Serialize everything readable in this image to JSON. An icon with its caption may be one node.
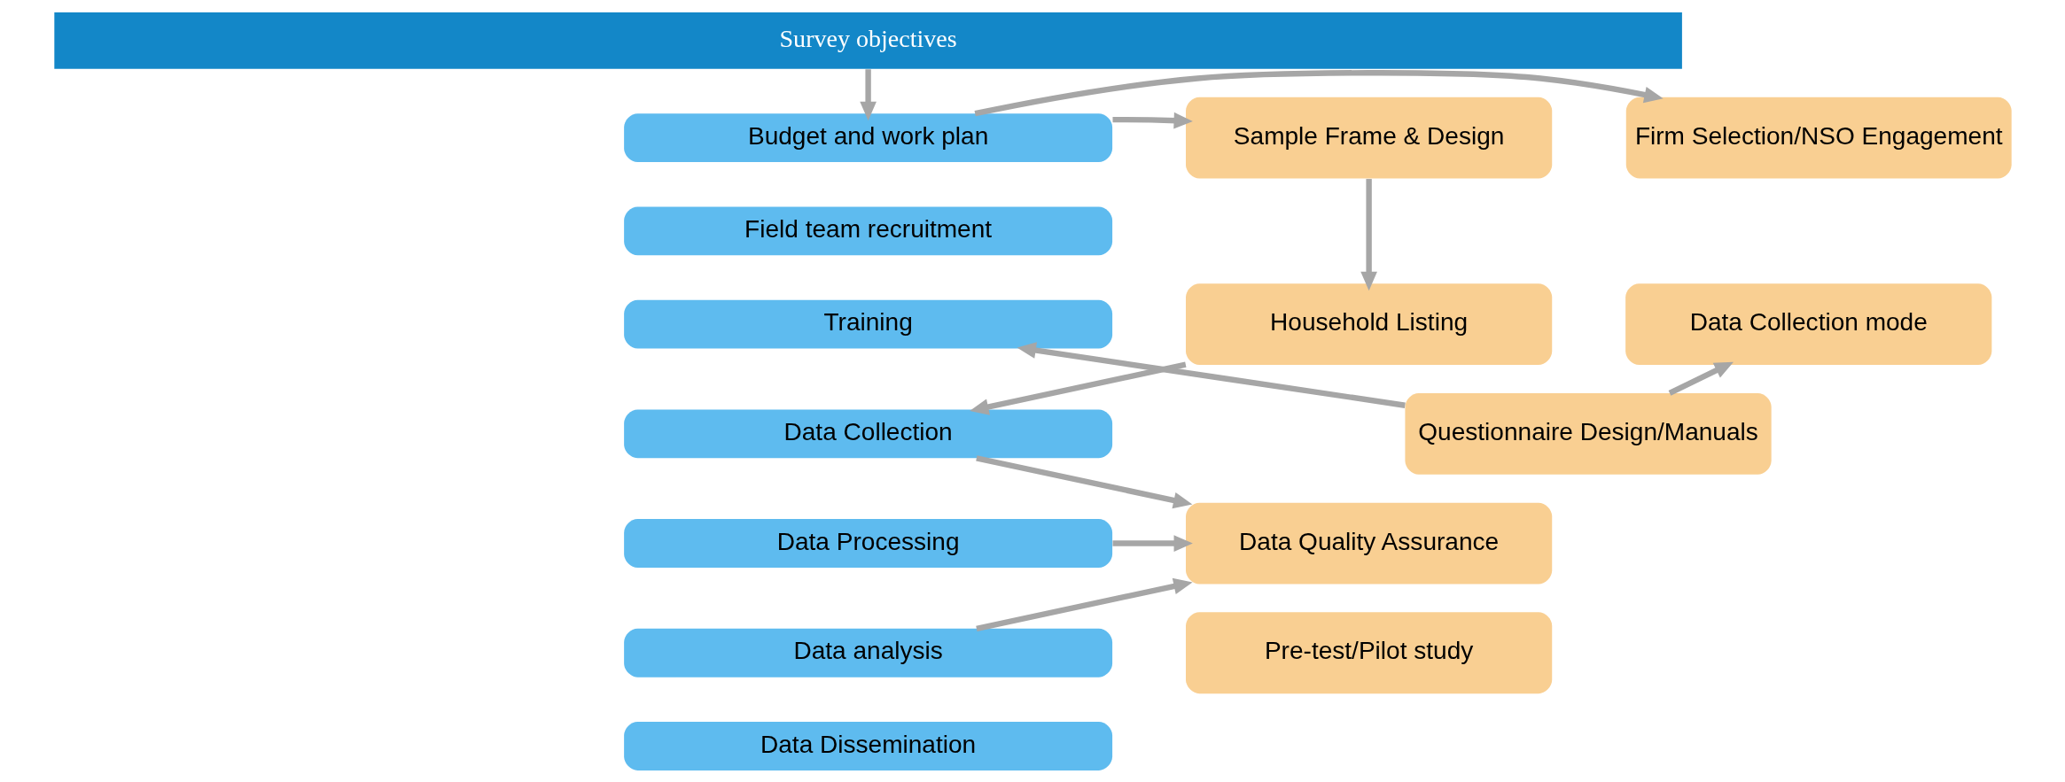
{
  "diagram": {
    "nodes": [
      {
        "text": [
          "Survey objectives"
        ]
      },
      {
        "text": [
          "Budget and work plan"
        ]
      },
      {
        "text": [
          "Field team recruitment"
        ]
      },
      {
        "text": [
          "Training"
        ]
      },
      {
        "text": [
          "Data Collection"
        ]
      },
      {
        "text": [
          "Data Processing"
        ]
      },
      {
        "text": [
          "Data analysis"
        ]
      },
      {
        "text": [
          "Data Dissemination"
        ]
      },
      {
        "text": [
          "Sample Frame & Design"
        ]
      },
      {
        "text": [
          "Household Listing"
        ]
      },
      {
        "text": [
          "Data Quality Assurance"
        ]
      },
      {
        "text": [
          "Firm Selection/NSO Engagement"
        ]
      },
      {
        "text": [
          "Data Collection mode"
        ]
      },
      {
        "text": [
          "Questionnaire Design/Manuals"
        ]
      },
      {
        "text": [
          "Pre-test/Pilot study"
        ]
      }
    ],
    "edges": [
      {
        "from": 0,
        "to": 1,
        "arrow": "to"
      },
      {
        "from": 1,
        "to": 8,
        "arrow": "to"
      },
      {
        "from": 1,
        "to": 11,
        "arrow": "to"
      },
      {
        "from": 8,
        "to": 9,
        "arrow": "to"
      },
      {
        "from": 9,
        "to": 4,
        "arrow": "to"
      },
      {
        "from": 13,
        "to": 3,
        "arrow": "to"
      },
      {
        "from": 13,
        "to": 12,
        "arrow": "to"
      },
      {
        "from": 4,
        "to": 10,
        "arrow": "to"
      },
      {
        "from": 5,
        "to": 10,
        "arrow": "to"
      },
      {
        "from": 6,
        "to": 10,
        "arrow": "to"
      }
    ]
  }
}
